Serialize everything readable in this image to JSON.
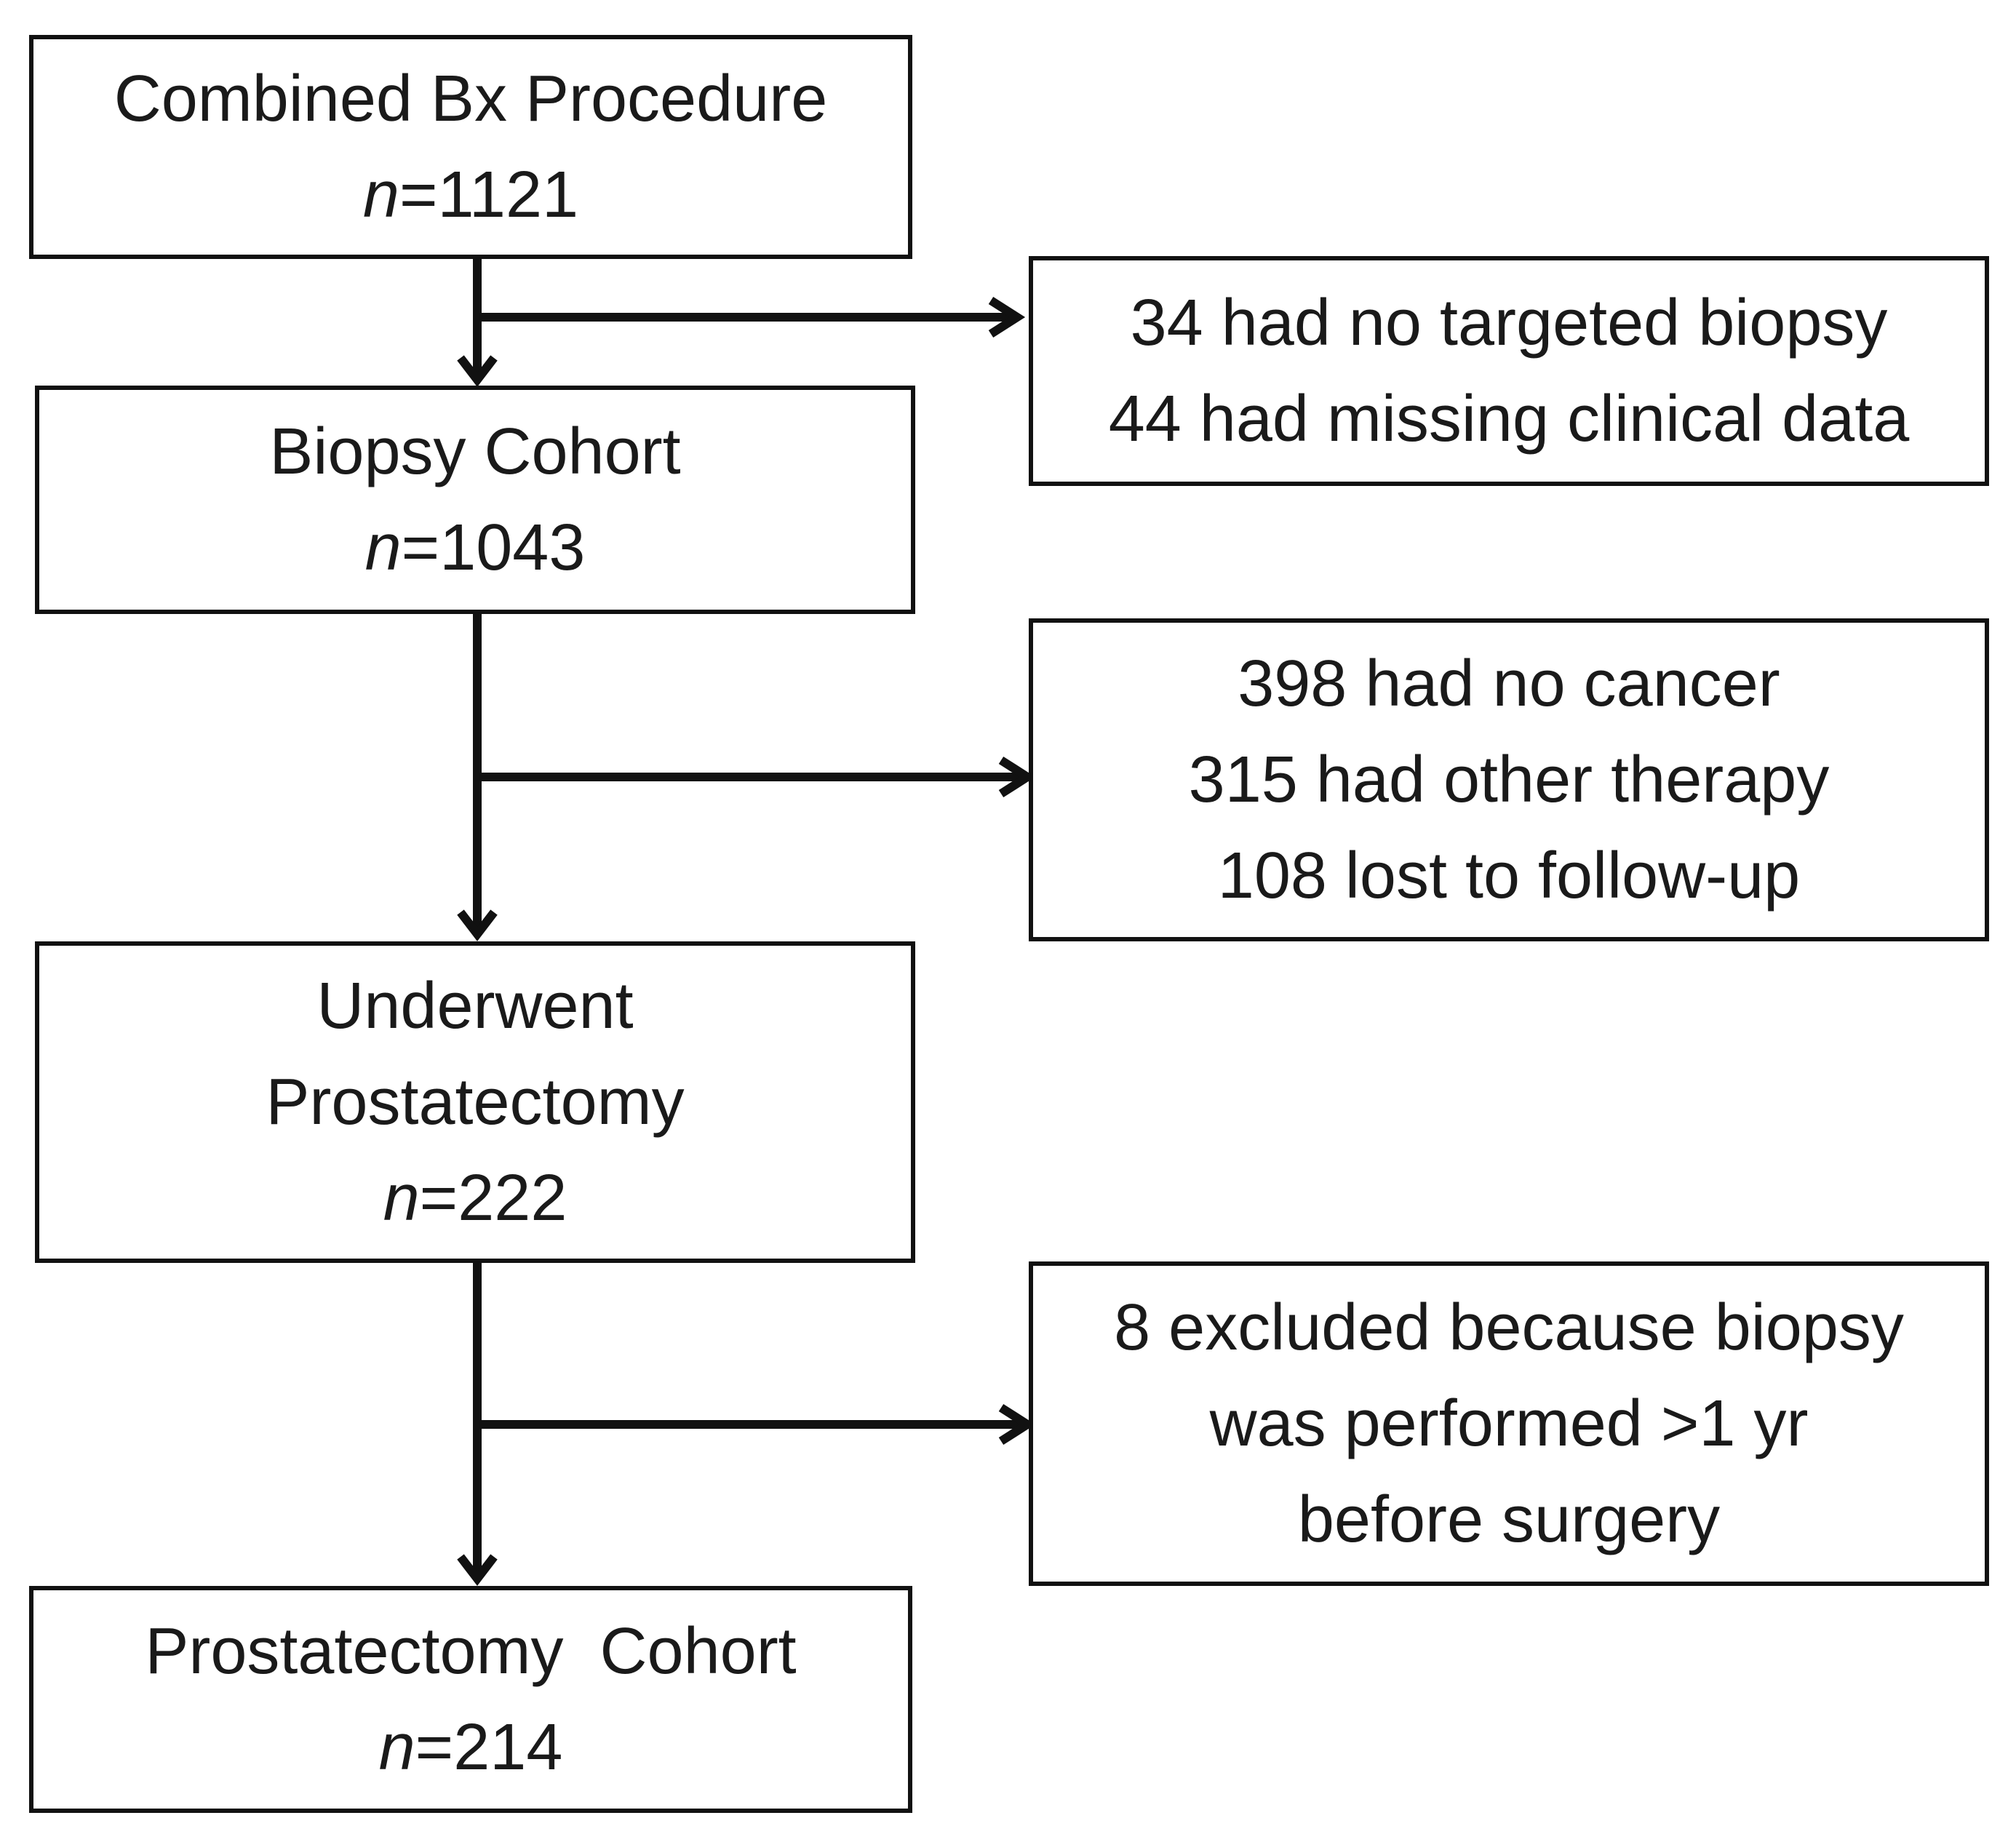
{
  "main_boxes": [
    {
      "lines": [
        "Combined Bx Procedure"
      ],
      "n_label": "n",
      "n_value": "=1121"
    },
    {
      "lines": [
        "Biopsy Cohort"
      ],
      "n_label": "n",
      "n_value": "=1043"
    },
    {
      "lines": [
        "Underwent",
        "Prostatectomy"
      ],
      "n_label": "n",
      "n_value": "=222"
    },
    {
      "lines": [
        "Prostatectomy  Cohort"
      ],
      "n_label": "n",
      "n_value": "=214"
    }
  ],
  "exclusion_boxes": [
    {
      "lines": [
        "34 had no targeted biopsy",
        "44 had missing clinical data"
      ]
    },
    {
      "lines": [
        "398 had no cancer",
        "315 had other therapy",
        "108 lost to follow-up"
      ]
    },
    {
      "lines": [
        "8 excluded because biopsy",
        "was performed >1 yr",
        "before surgery"
      ]
    }
  ],
  "colors": {
    "stroke": "#111111",
    "text": "#1a1a1a",
    "background": "#ffffff"
  }
}
